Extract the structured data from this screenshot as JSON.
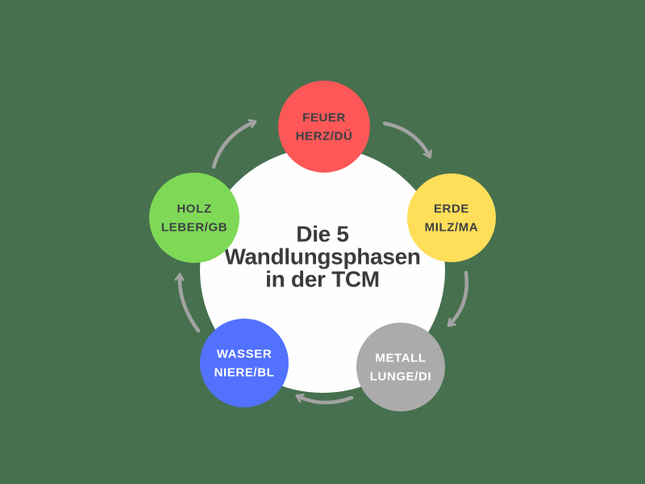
{
  "colors": {
    "background": "#47704E",
    "center_circle": "#FEFEFE",
    "arrow": "#A3A3A3",
    "title_text": "#3B3B3B"
  },
  "title": {
    "line1": "Die 5",
    "line2": "Wandlungsphasen",
    "line3": "in der TCM"
  },
  "phases": [
    {
      "name": "Feuer",
      "element": "FEUER",
      "organs": "HERZ/DÜ",
      "color": "#FD5757",
      "text_color": "#3D4043"
    },
    {
      "name": "Erde",
      "element": "ERDE",
      "organs": "MILZ/MA",
      "color": "#FFDE59",
      "text_color": "#3D4043"
    },
    {
      "name": "Metall",
      "element": "METALL",
      "organs": "LUNGE/DI",
      "color": "#ABABAB",
      "text_color": "#FFFFFF"
    },
    {
      "name": "Wasser",
      "element": "WASSER",
      "organs": "NIERE/BL",
      "color": "#5271FF",
      "text_color": "#FFFFFF"
    },
    {
      "name": "Holz",
      "element": "HOLZ",
      "organs": "LEBER/GB",
      "color": "#7ED957",
      "text_color": "#3D4043"
    }
  ],
  "cycle_arrows": [
    {
      "from": "Holz",
      "to": "Feuer"
    },
    {
      "from": "Feuer",
      "to": "Erde"
    },
    {
      "from": "Erde",
      "to": "Metall"
    },
    {
      "from": "Metall",
      "to": "Wasser"
    },
    {
      "from": "Wasser",
      "to": "Holz"
    }
  ]
}
